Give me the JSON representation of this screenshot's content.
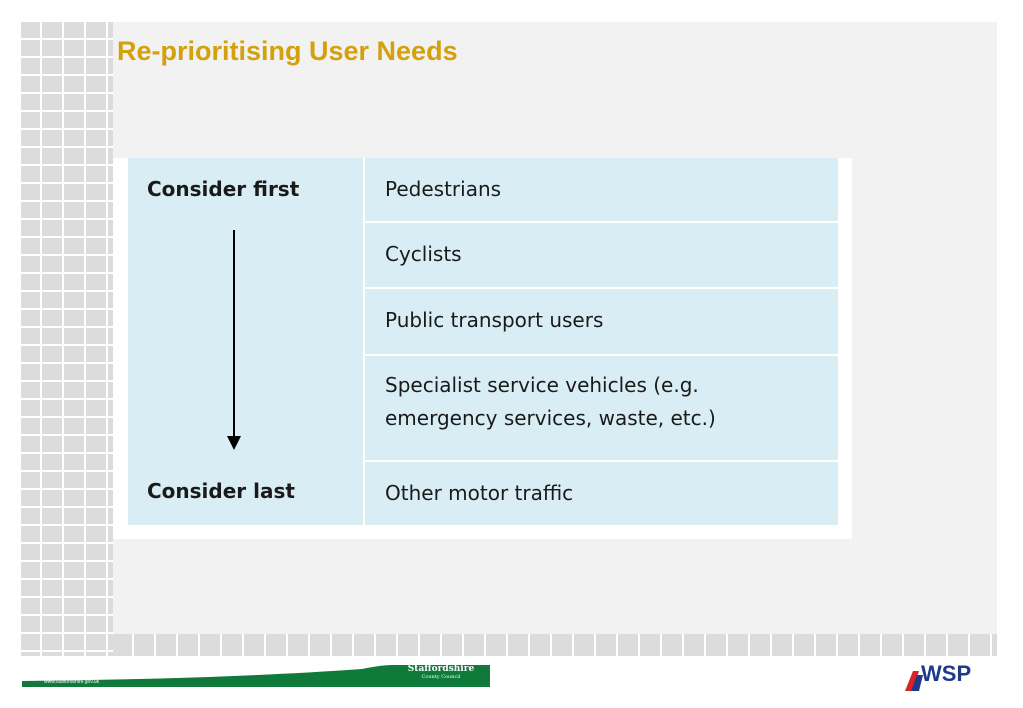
{
  "slide": {
    "title": "Re-prioritising User Needs"
  },
  "hierarchy": {
    "first_label": "Consider first",
    "last_label": "Consider last",
    "rows": [
      {
        "line1": "Pedestrians",
        "line2": ""
      },
      {
        "line1": "Cyclists",
        "line2": ""
      },
      {
        "line1": "Public transport users",
        "line2": ""
      },
      {
        "line1": "Specialist service vehicles (e.g.",
        "line2": "emergency services, waste, etc.)"
      },
      {
        "line1": "Other motor traffic",
        "line2": ""
      }
    ]
  },
  "footer": {
    "url": "www.staffordshire.gov.uk",
    "council_name": "Staffordshire",
    "council_sub": "County Council",
    "partner_logo": "WSP"
  },
  "colors": {
    "title": "#d4a00c",
    "table_bg": "#d9eef4",
    "footer_green": "#0f7a3a",
    "wsp_blue": "#1e3a8a",
    "wsp_red": "#d8232a"
  },
  "icons": {
    "arrow": "down-arrow-icon"
  }
}
